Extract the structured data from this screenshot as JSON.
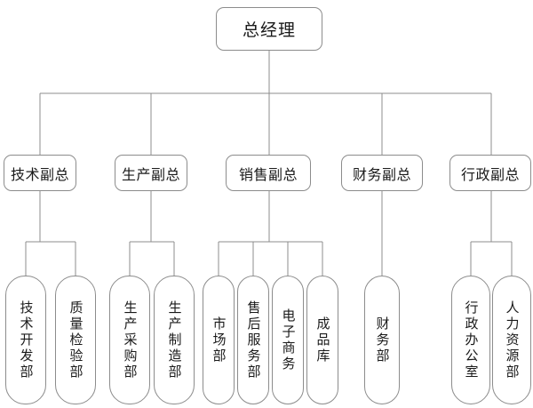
{
  "chart_data": {
    "type": "diagram",
    "diagram_kind": "organization-chart",
    "title": "",
    "orientation": "top-down",
    "levels": 3,
    "style": {
      "box_fill": "#ffffff",
      "box_border": "#8c8c8c",
      "connector_color": "#8c8c8c",
      "text_color": "#1a1a1a",
      "background": "#ffffff"
    },
    "nodes": [
      {
        "id": "ceo",
        "label": "总经理",
        "level": 0,
        "parent": null
      },
      {
        "id": "vp-tech",
        "label": "技术副总",
        "level": 1,
        "parent": "ceo"
      },
      {
        "id": "vp-prod",
        "label": "生产副总",
        "level": 1,
        "parent": "ceo"
      },
      {
        "id": "vp-sales",
        "label": "销售副总",
        "level": 1,
        "parent": "ceo"
      },
      {
        "id": "vp-finance",
        "label": "财务副总",
        "level": 1,
        "parent": "ceo"
      },
      {
        "id": "vp-admin",
        "label": "行政副总",
        "level": 1,
        "parent": "ceo"
      },
      {
        "id": "dept-tech-dev",
        "label": "技术开发部",
        "level": 2,
        "parent": "vp-tech"
      },
      {
        "id": "dept-quality",
        "label": "质量检验部",
        "level": 2,
        "parent": "vp-tech"
      },
      {
        "id": "dept-purchase",
        "label": "生产采购部",
        "level": 2,
        "parent": "vp-prod"
      },
      {
        "id": "dept-manufacture",
        "label": "生产制造部",
        "level": 2,
        "parent": "vp-prod"
      },
      {
        "id": "dept-market",
        "label": "市场部",
        "level": 2,
        "parent": "vp-sales"
      },
      {
        "id": "dept-aftersales",
        "label": "售后服务部",
        "level": 2,
        "parent": "vp-sales"
      },
      {
        "id": "dept-ecommerce",
        "label": "电子商务",
        "level": 2,
        "parent": "vp-sales"
      },
      {
        "id": "dept-warehouse",
        "label": "成品库",
        "level": 2,
        "parent": "vp-sales"
      },
      {
        "id": "dept-finance",
        "label": "财务部",
        "level": 2,
        "parent": "vp-finance"
      },
      {
        "id": "dept-admin-office",
        "label": "行政办公室",
        "level": 2,
        "parent": "vp-admin"
      },
      {
        "id": "dept-hr",
        "label": "人力资源部",
        "level": 2,
        "parent": "vp-admin"
      }
    ]
  },
  "ceo": {
    "label": "总经理"
  },
  "vps": [
    {
      "label": "技术副总"
    },
    {
      "label": "生产副总"
    },
    {
      "label": "销售副总"
    },
    {
      "label": "财务副总"
    },
    {
      "label": "行政副总"
    }
  ],
  "departments": [
    {
      "label": "技术开发部"
    },
    {
      "label": "质量检验部"
    },
    {
      "label": "生产采购部"
    },
    {
      "label": "生产制造部"
    },
    {
      "label": "市场部"
    },
    {
      "label": "售后服务部"
    },
    {
      "label": "电子商务"
    },
    {
      "label": "成品库"
    },
    {
      "label": "财务部"
    },
    {
      "label": "行政办公室"
    },
    {
      "label": "人力资源部"
    }
  ]
}
